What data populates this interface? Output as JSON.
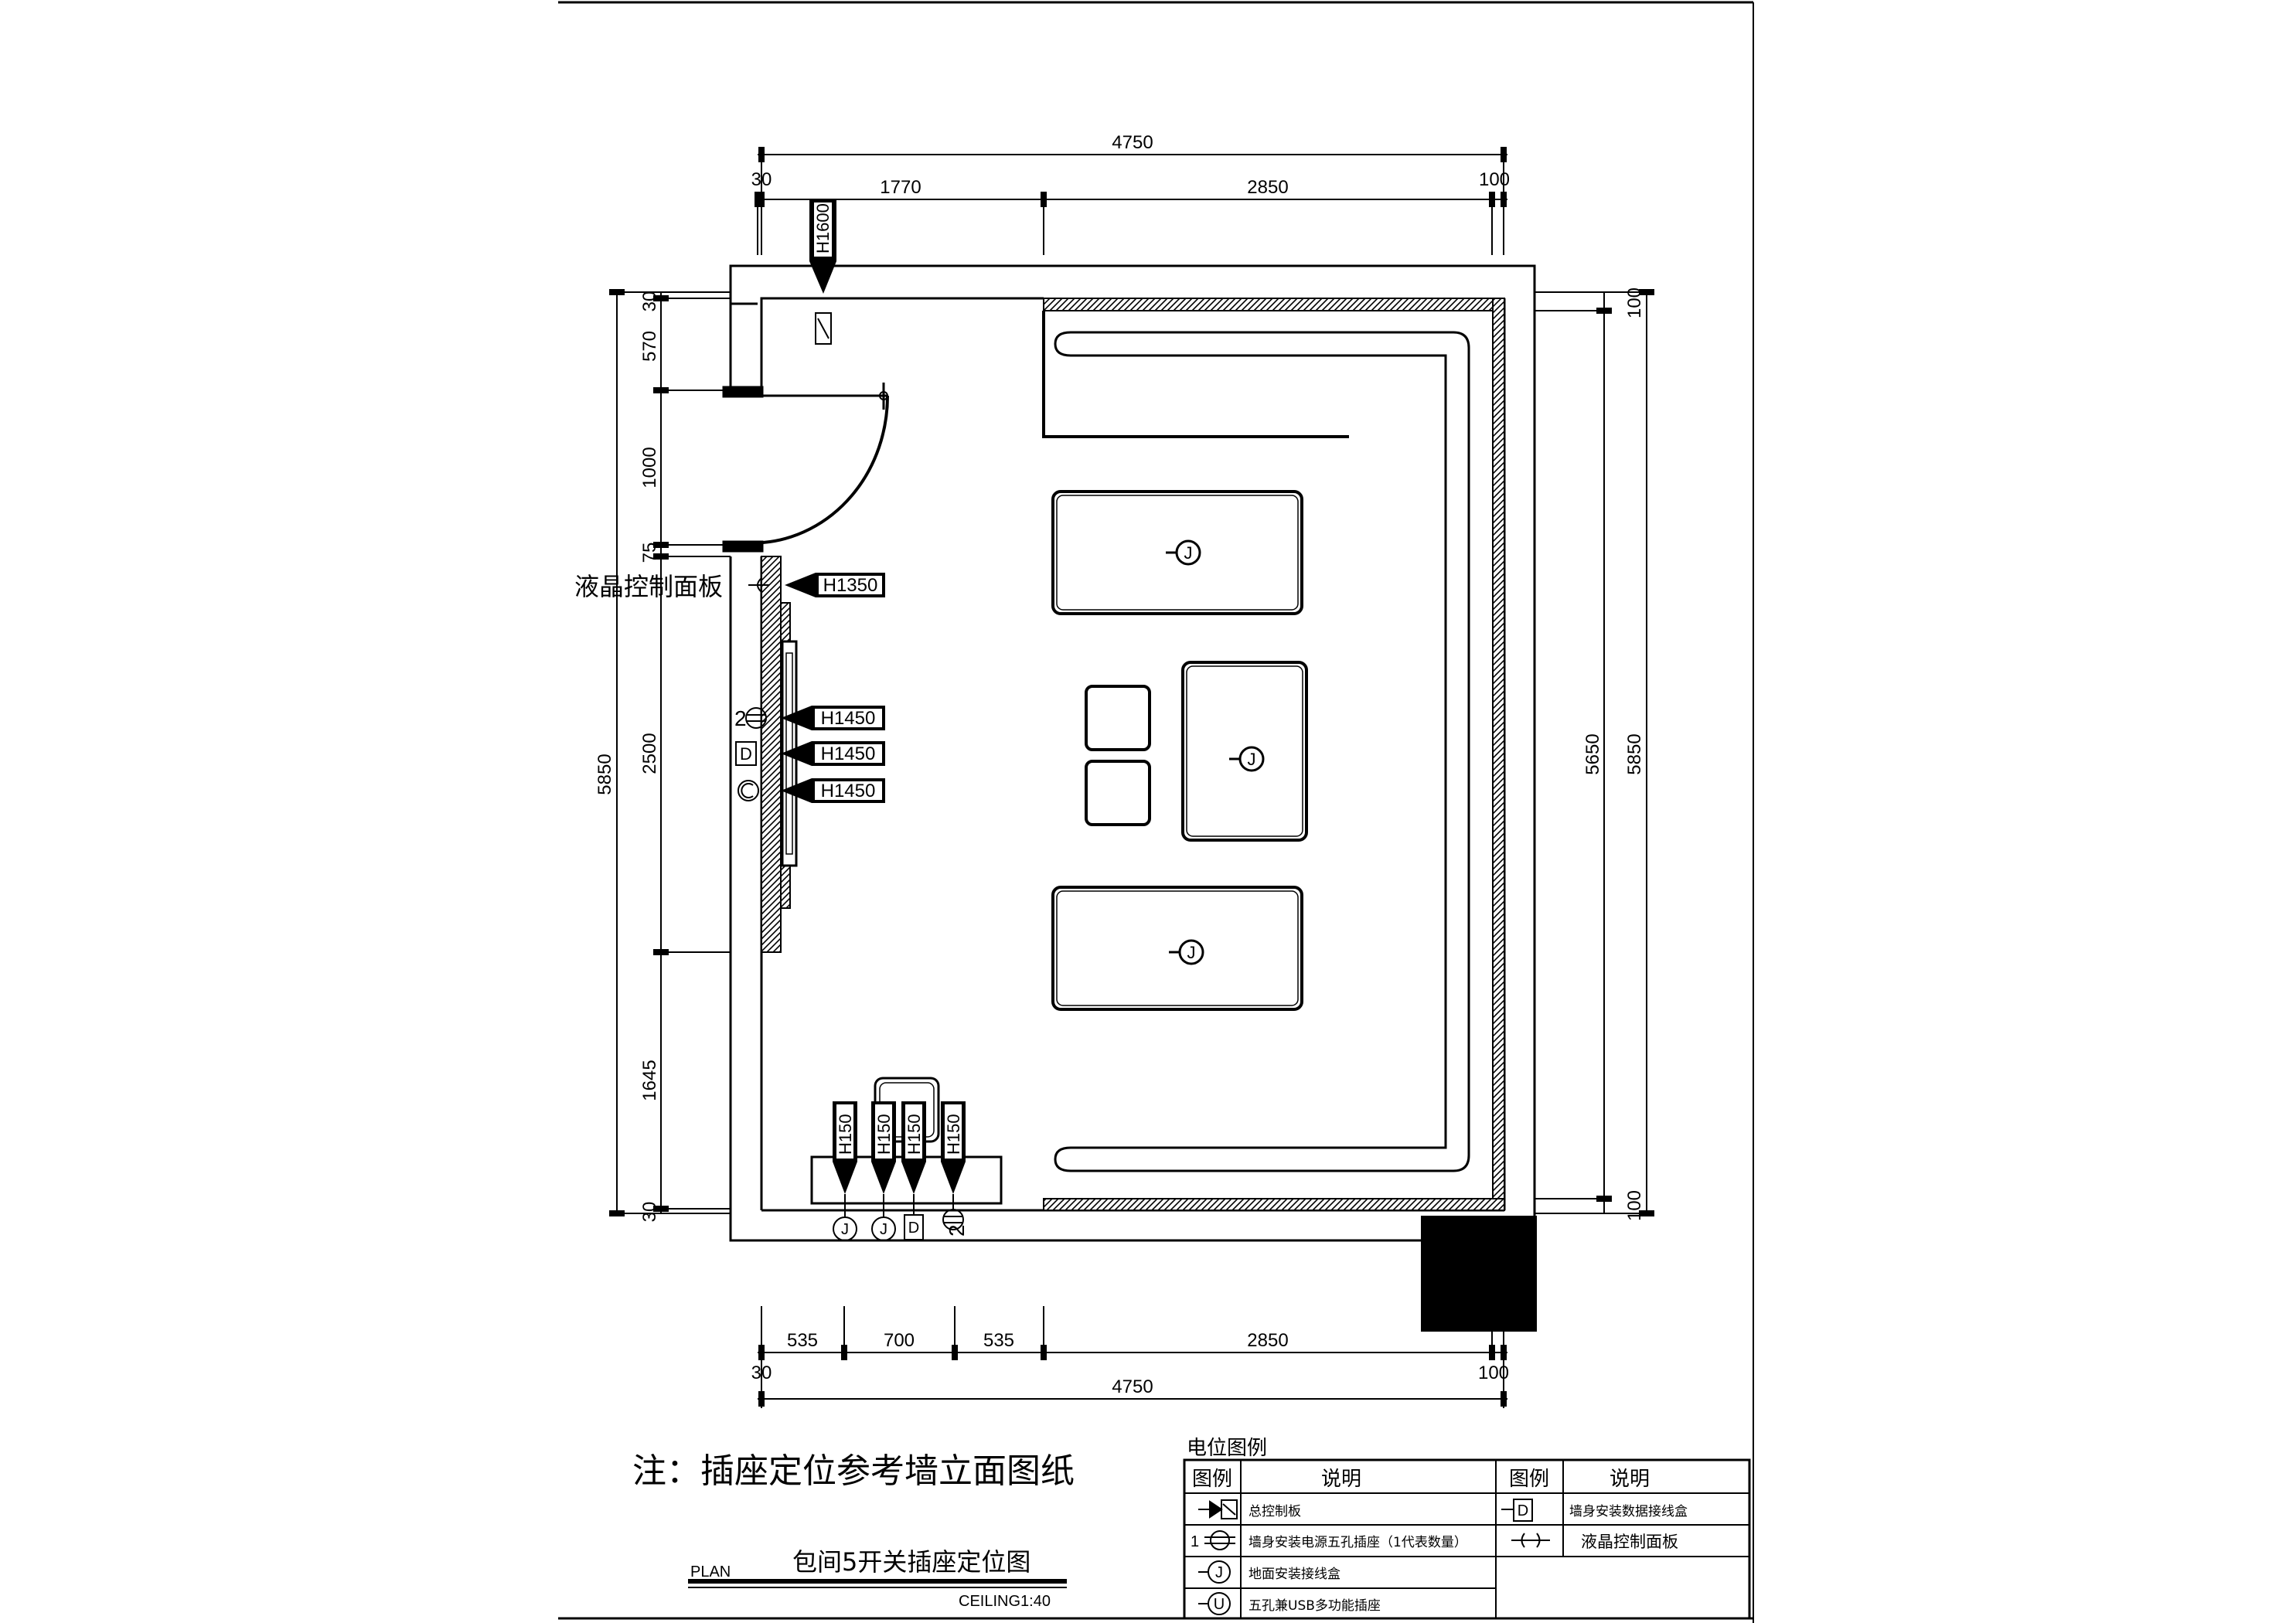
{
  "dimensions": {
    "top_total": "4750",
    "top_left_offset": "30",
    "top_left_span": "1770",
    "top_right_span": "2850",
    "top_right_offset": "100",
    "left_total": "5850",
    "left_top_offset": "30",
    "left_seg_1": "570",
    "left_seg_2": "1000",
    "left_seg_3": "75",
    "left_seg_4": "2500",
    "left_seg_5": "1645",
    "left_bottom_offset": "30",
    "right_inner": "5650",
    "right_total": "5850",
    "right_top_offset": "100",
    "right_bottom_offset": "100",
    "bottom_seg_1": "535",
    "bottom_seg_2": "700",
    "bottom_seg_3": "535",
    "bottom_seg_4": "2850",
    "bottom_left_offset": "30",
    "bottom_right_offset": "100",
    "bottom_total": "4750"
  },
  "height_tags": {
    "top_switch": "H1600",
    "lcd": "H1350",
    "outlet_1": "H1450",
    "outlet_2": "H1450",
    "outlet_3": "H1450",
    "bottom_1": "H150",
    "bottom_2": "H150",
    "bottom_3": "H150",
    "bottom_4": "H150"
  },
  "symbol_labels": {
    "wall_outlet_count": "2",
    "bottom_outlet_count": "2",
    "data": "D",
    "floor_box": "J",
    "usb": "U"
  },
  "annotations": {
    "lcd_panel": "液晶控制面板",
    "note": "注：插座定位参考墙立面图纸"
  },
  "title_block": {
    "plan_label": "PLAN",
    "title": "包间5开关插座定位图",
    "scale": "CEILING1:40"
  },
  "legend": {
    "heading": "电位图例",
    "col_symbol": "图例",
    "col_desc": "说明",
    "items": [
      {
        "symbol": "control-panel",
        "desc": "总控制板"
      },
      {
        "symbol": "wall-outlet",
        "prefix": "1",
        "desc": "墙身安装电源五孔插座（1代表数量）"
      },
      {
        "symbol": "floor-box",
        "desc": "地面安装接线盒"
      },
      {
        "symbol": "usb-outlet",
        "desc": "五孔兼USB多功能插座"
      },
      {
        "symbol": "data-box",
        "desc": "墙身安装数据接线盒"
      },
      {
        "symbol": "lcd-panel",
        "desc": "液晶控制面板"
      }
    ]
  },
  "colors": {
    "ink": "#000000",
    "paper": "#ffffff"
  }
}
